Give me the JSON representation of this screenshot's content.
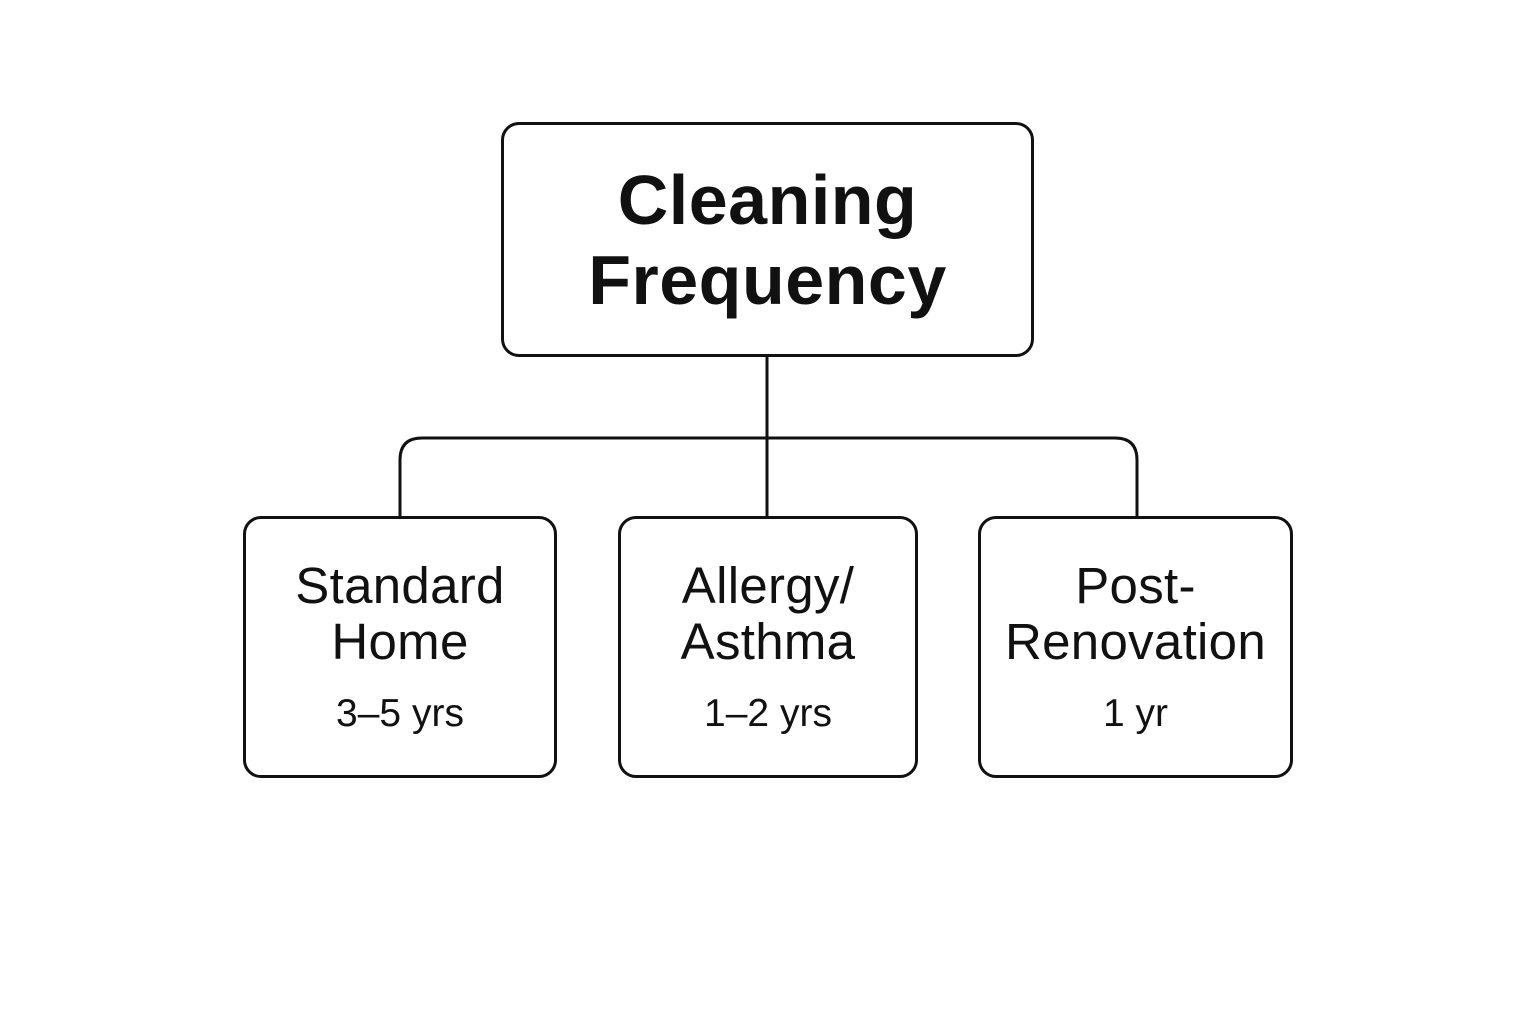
{
  "diagram": {
    "root": {
      "lines": [
        "Cleaning",
        "Frequency"
      ]
    },
    "children": [
      {
        "lines": [
          "Standard",
          "Home"
        ],
        "value": "3–5 yrs"
      },
      {
        "lines": [
          "Allergy/",
          "Asthma"
        ],
        "value": "1–2 yrs"
      },
      {
        "lines": [
          "Post-",
          "Renovation"
        ],
        "value": "1 yr"
      }
    ],
    "colors": {
      "stroke": "#111111",
      "background": "#ffffff",
      "text": "#111111"
    }
  }
}
